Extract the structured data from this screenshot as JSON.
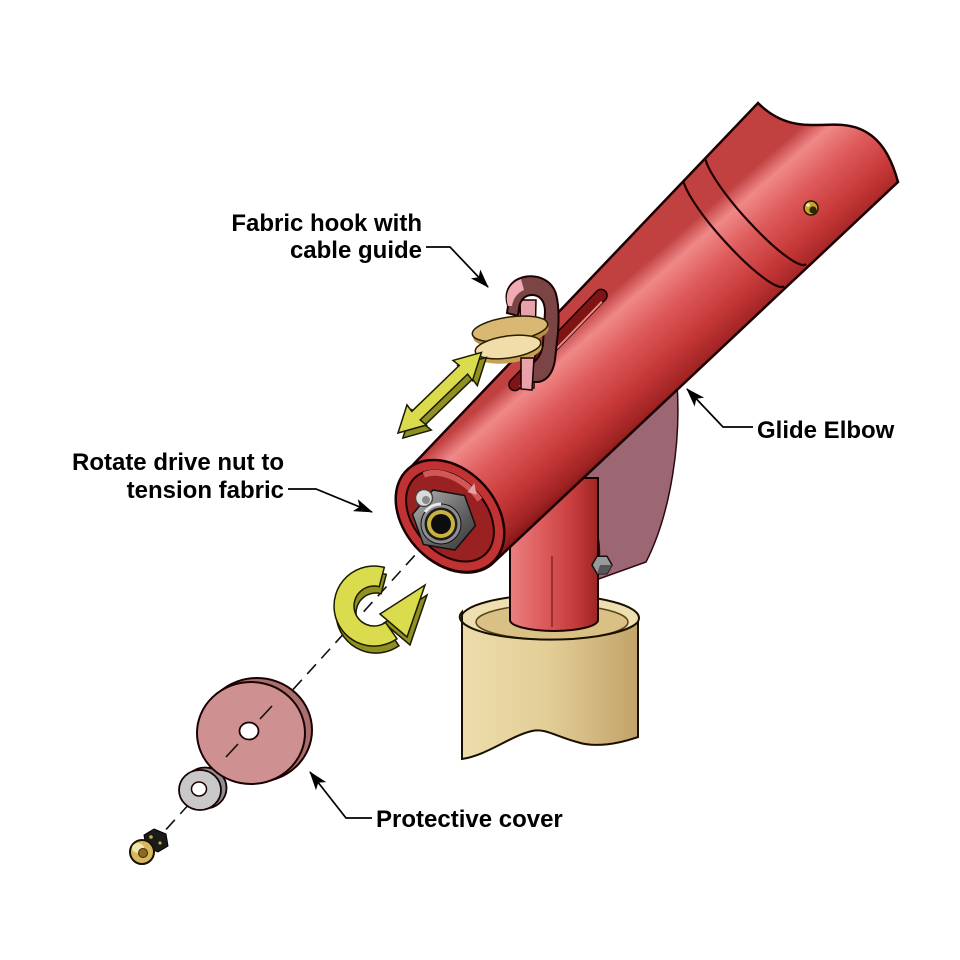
{
  "labels": {
    "fabric_hook": {
      "line1": "Fabric hook with",
      "line2": "cable guide"
    },
    "glide_elbow": {
      "text": "Glide Elbow"
    },
    "drive_nut": {
      "line1": "Rotate drive nut to",
      "line2": "tension fabric"
    },
    "protective_cover": {
      "text": "Protective cover"
    }
  },
  "colors": {
    "background": "#FFFFFF",
    "label_text": "#000000",
    "red_rim": "#C13232",
    "red_interior": "#992121",
    "red_inner_wall": "#D15858",
    "mauve_gusset": "#9D6673",
    "tan_rim": "#EDDFAF",
    "tan_step": "#D9C185",
    "hook_maroon": "#7C4545",
    "hook_pink": "#E9A2AA",
    "guide_gold": "#D9B873",
    "guide_cream": "#F0DDA9",
    "arrow_yellow": "#DBDB4E",
    "arrow_olive": "#8F8F22",
    "brass": "#C9B23E",
    "cover_pink": "#CE9090",
    "cover_pink_edge": "#A96E6E",
    "washer_gray": "#C8C8C8",
    "screw_gold": "#D9B75E",
    "pin_brass": "#C9A227",
    "bolt_gray": "#9A9A9A"
  }
}
